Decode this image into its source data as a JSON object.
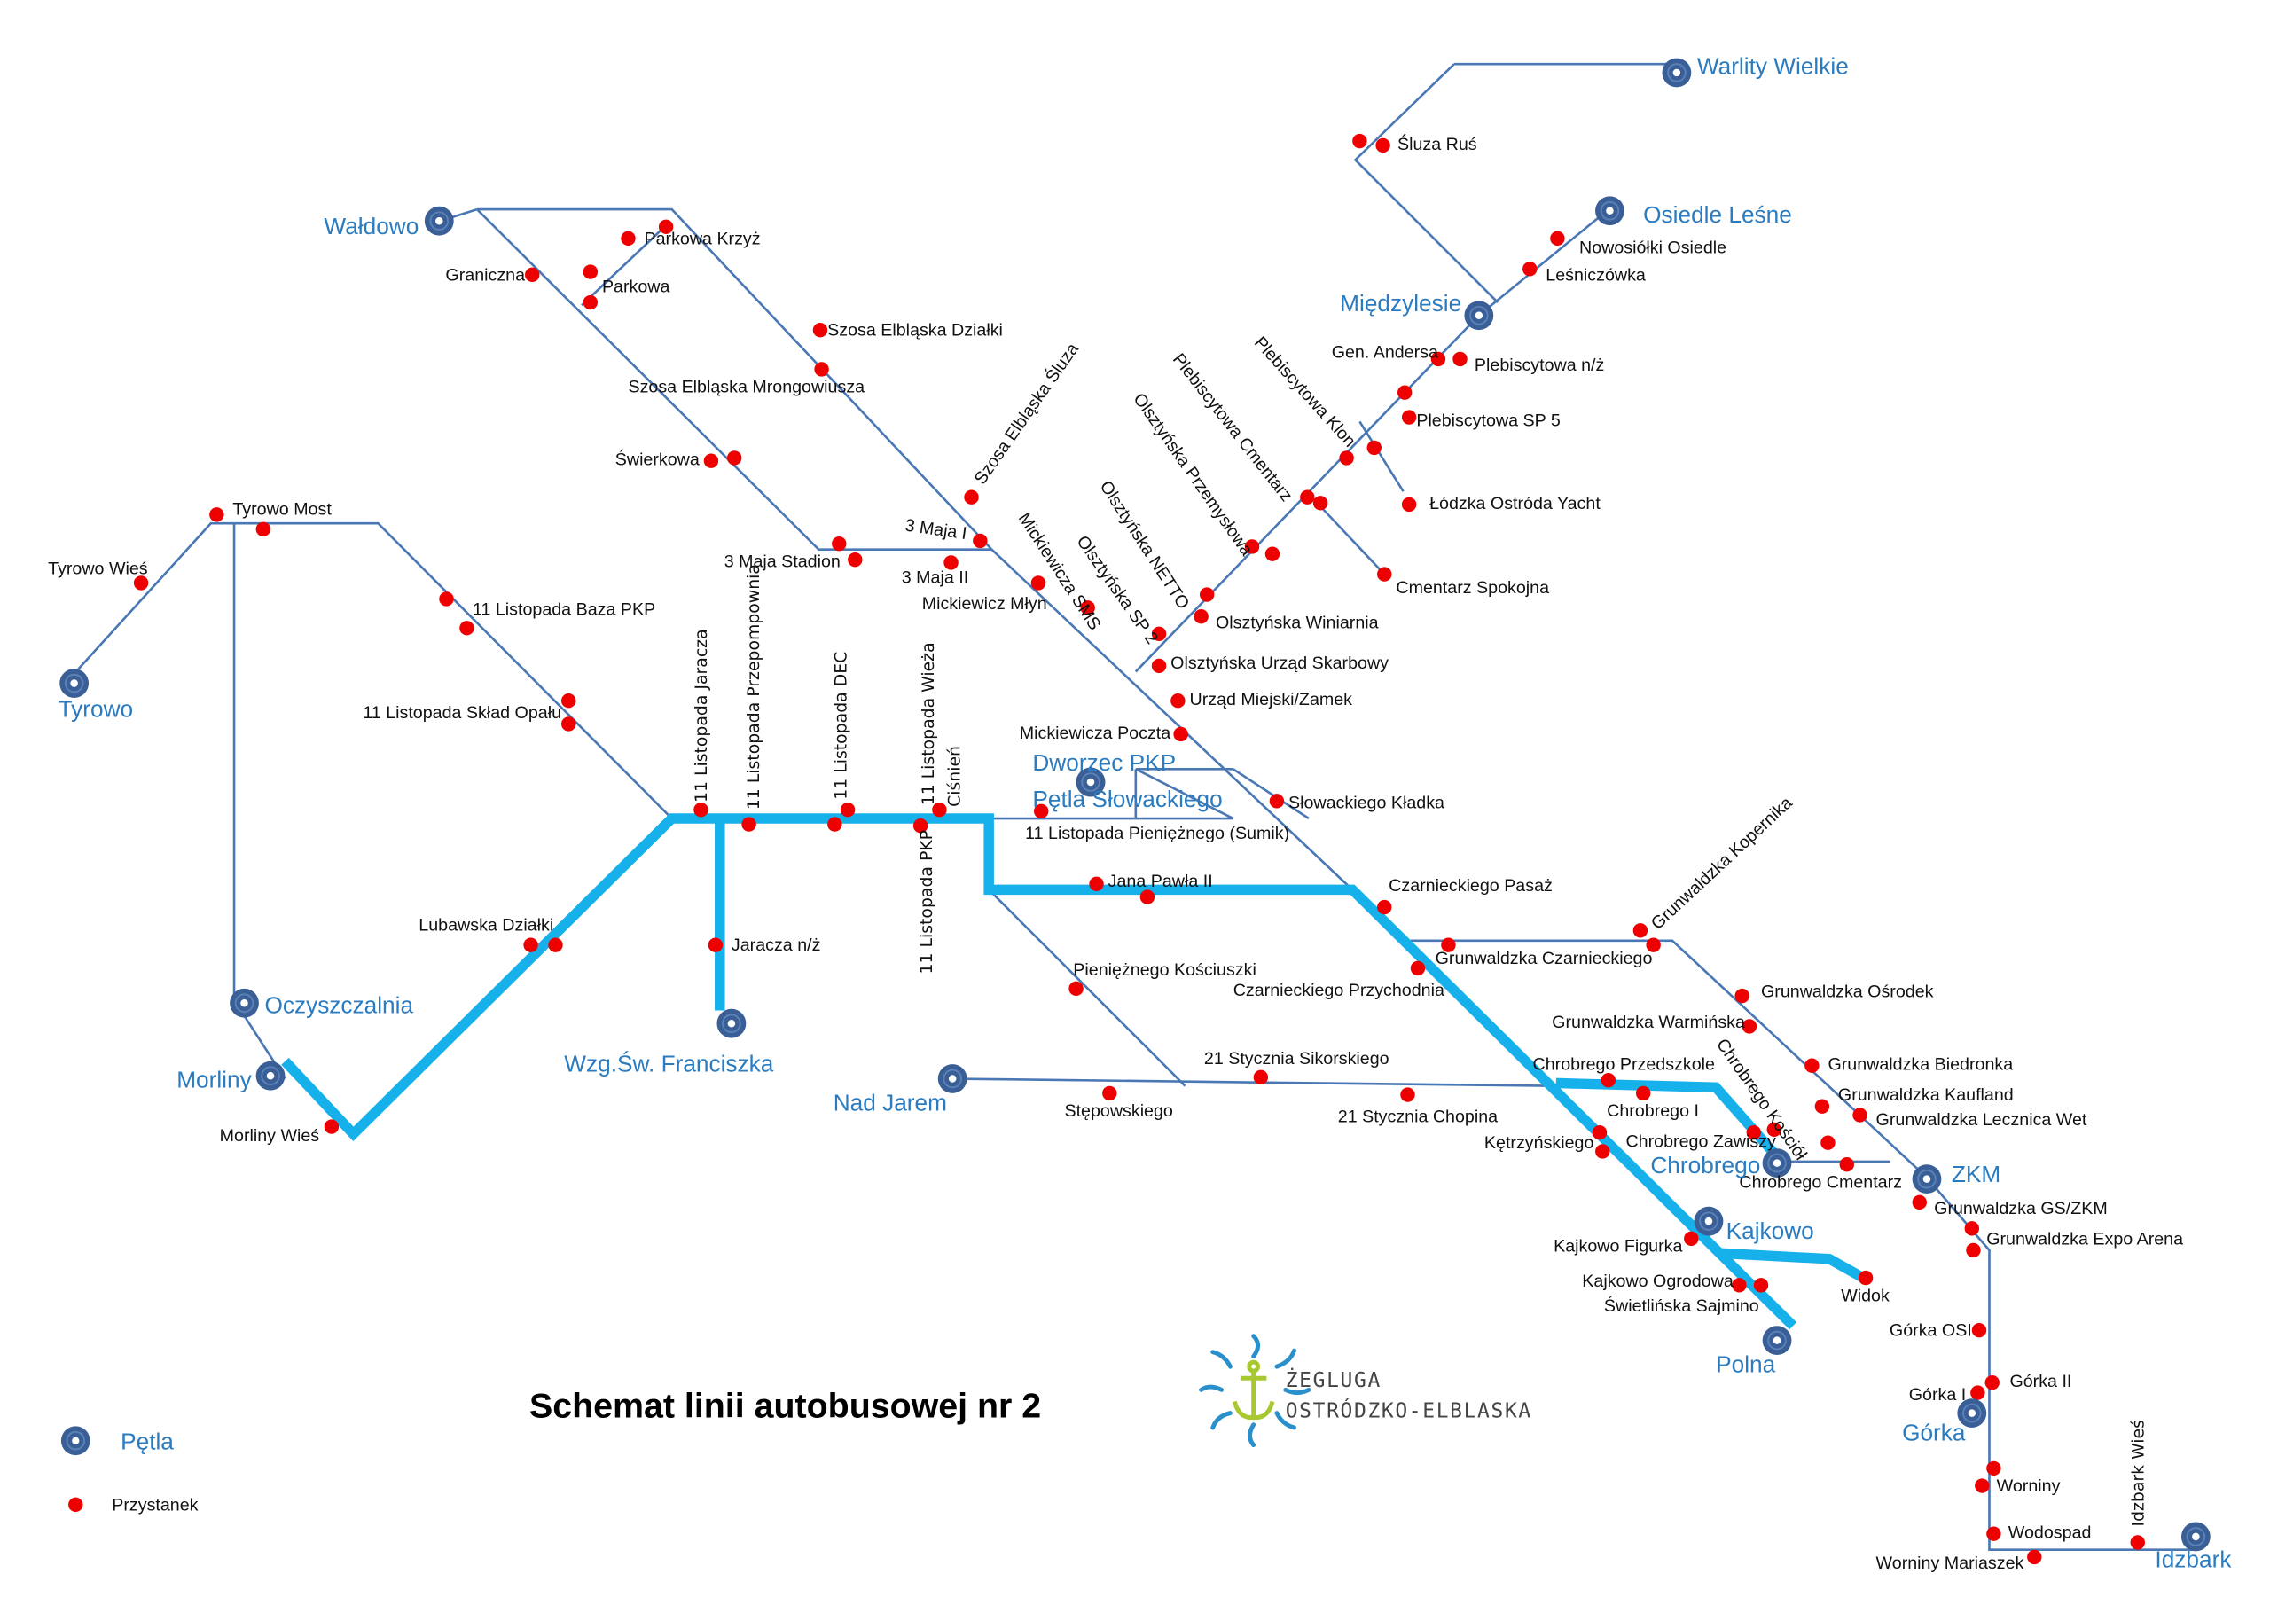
{
  "title": "Schemat linii autobusowej nr 2",
  "colors": {
    "route": "#16b0ea",
    "network_line": "#4a78b4",
    "stop": "#ee0000",
    "terminal": "#3a5f96",
    "terminal_label": "#2a7bbf",
    "logo_anchor": "#a8c832",
    "logo_waves": "#2a90cc"
  },
  "legend": {
    "terminal_label": "Pętla",
    "stop_label": "Przystanek"
  },
  "logo": {
    "line1": "ŻEGLUGA",
    "line2": "OSTRÓDZKO-ELBLASKA"
  },
  "terminals": [
    "Warlity Wielkie",
    "Osiedle Leśne",
    "Międzylesie",
    "Wałdowo",
    "Tyrowo",
    "Oczyszczalnia",
    "Morliny",
    "Wzg.Św. Franciszka",
    "Nad Jarem",
    "Dworzec PKP",
    "Pętla Słowackiego",
    "Chrobrego",
    "Kajkowo",
    "ZKM",
    "Polna",
    "Górka",
    "Idzbark"
  ],
  "stops": [
    "Śluza Ruś",
    "Nowosiółki Osiedle",
    "Leśniczówka",
    "Gen. Andersa",
    "Plebiscytowa n/ż",
    "Plebiscytowa SP 5",
    "Łódzka Ostróda Yacht",
    "Cmentarz Spokojna",
    "Plebiscytowa Klon",
    "Plebiscytowa Cmentarz",
    "Olsztyńska Przemysłowa",
    "Olsztyńska NETTO",
    "Olsztyńska SP 2",
    "Olsztyńska Winiarnia",
    "Olsztyńska Urząd Skarbowy",
    "Urząd Miejski/Zamek",
    "Parkowa Krzyż",
    "Parkowa",
    "Graniczna",
    "Szosa Elbląska Działki",
    "Szosa Elbląska Mrongowiusza",
    "Świerkowa",
    "Szosa Elbląska Śluza",
    "3 Maja I",
    "3 Maja Stadion",
    "3 Maja II",
    "Mickiewicza SMS",
    "Mickiewicz Młyn",
    "Mickiewicza Poczta",
    "Słowackiego Kładka",
    "Tyrowo Most",
    "Tyrowo Wieś",
    "11 Listopada Baza PKP",
    "11 Listopada Skład Opału",
    "11 Listopada Jaracza",
    "11 Listopada Przepompownia",
    "11 Listopada DEC",
    "11 Listopada Wieża",
    "Ciśnień",
    "11 Listopada PKP",
    "11 Listopada Pieniężnego (Sumik)",
    "Jana Pawła II",
    "Jaracza n/ż",
    "Lubawska Działki",
    "Morliny Wieś",
    "Pieniężnego Kościuszki",
    "Stępowskiego",
    "21 Stycznia Sikorskiego",
    "21 Stycznia Chopina",
    "Czarnieckiego Pasaż",
    "Czarnieckiego Przychodnia",
    "Grunwaldzka Kopernika",
    "Grunwaldzka Czarnieckiego",
    "Grunwaldzka Ośrodek",
    "Grunwaldzka Warmińska",
    "Grunwaldzka Biedronka",
    "Grunwaldzka Kaufland",
    "Grunwaldzka Lecznica Wet",
    "Chrobrego Kościół",
    "Chrobrego Przedszkole",
    "Chrobrego I",
    "Chrobrego Zawiszy",
    "Chrobrego Cmentarz",
    "Kętrzyńskiego",
    "Grunwaldzka GS/ZKM",
    "Grunwaldzka Expo Arena",
    "Kajkowo Figurka",
    "Kajkowo Ogrodowa",
    "Świetlińska Sajmino",
    "Widok",
    "Górka OSI",
    "Górka II",
    "Górka I",
    "Worniny",
    "Wodospad",
    "Worniny Mariaszek",
    "Idzbark Wieś"
  ]
}
